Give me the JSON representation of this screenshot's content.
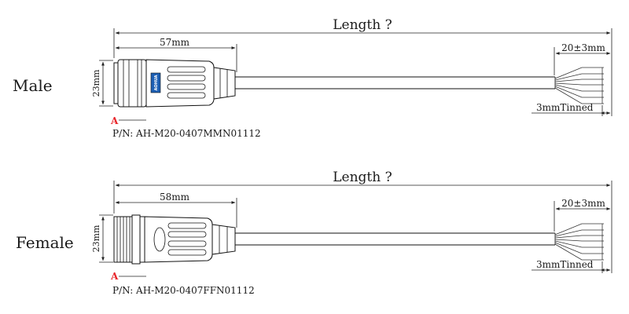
{
  "male": {
    "label": "Male",
    "length_label": "Length ?",
    "connector_length": "57mm",
    "diameter": "23mm",
    "strip_length": "20±3mm",
    "tinned": "3mmTinned",
    "section_mark": "A",
    "part_number": "P/N: AH-M20-0407MMN01112",
    "brand_text": "AOHUA"
  },
  "female": {
    "label": "Female",
    "length_label": "Length ?",
    "connector_length": "58mm",
    "diameter": "23mm",
    "strip_length": "20±3mm",
    "tinned": "3mmTinned",
    "section_mark": "A",
    "part_number": "P/N: AH-M20-0407FFN01112"
  },
  "colors": {
    "section_mark": "#e8262b",
    "brand_badge": "#1d5fb4"
  }
}
